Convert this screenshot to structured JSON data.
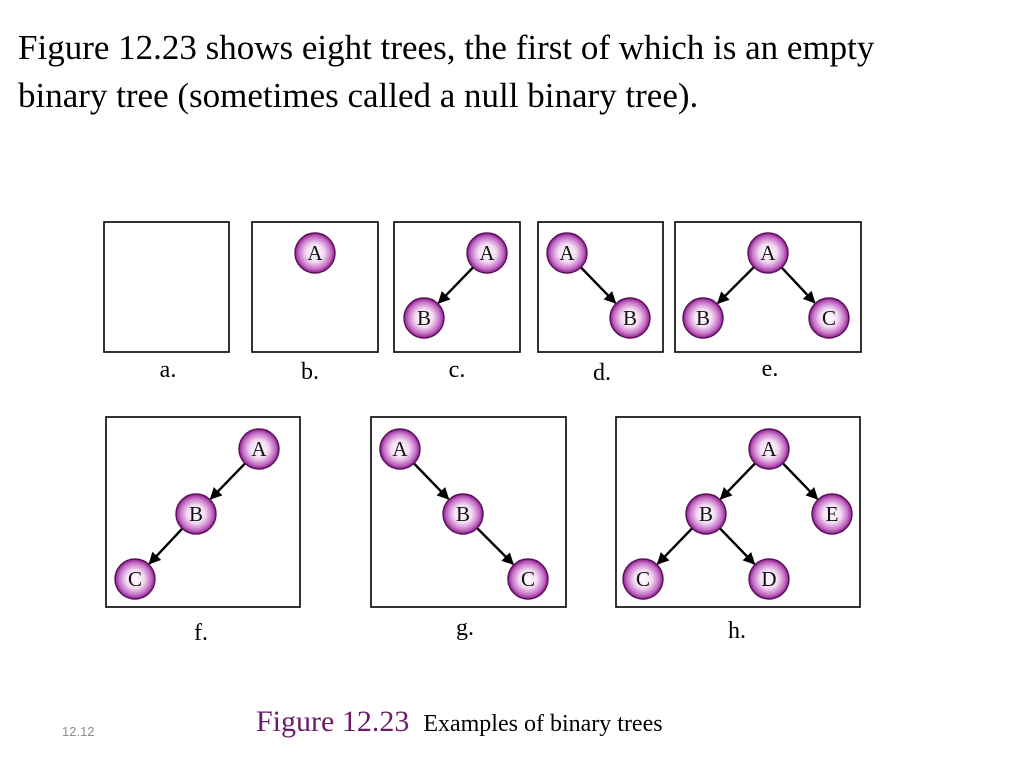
{
  "intro": {
    "line1": "Figure 12.23 shows eight trees, the first of which is an empty",
    "line2": "binary tree (sometimes called a null binary tree)."
  },
  "caption": {
    "number": "Figure 12.23",
    "text": "Examples of binary trees"
  },
  "slide_number": "12.12",
  "colors": {
    "caption_number": "#6a1b6a",
    "node_fill_light": "#ffffff",
    "node_fill_dark": "#8b1f8b",
    "edge": "#000000"
  },
  "trees": [
    {
      "label": "a.",
      "nodes": [],
      "edges": []
    },
    {
      "label": "b.",
      "nodes": [
        "A"
      ],
      "edges": []
    },
    {
      "label": "c.",
      "nodes": [
        "A",
        "B"
      ],
      "edges": [
        [
          "A",
          "B"
        ]
      ]
    },
    {
      "label": "d.",
      "nodes": [
        "A",
        "B"
      ],
      "edges": [
        [
          "A",
          "B"
        ]
      ]
    },
    {
      "label": "e.",
      "nodes": [
        "A",
        "B",
        "C"
      ],
      "edges": [
        [
          "A",
          "B"
        ],
        [
          "A",
          "C"
        ]
      ]
    },
    {
      "label": "f.",
      "nodes": [
        "A",
        "B",
        "C"
      ],
      "edges": [
        [
          "A",
          "B"
        ],
        [
          "B",
          "C"
        ]
      ]
    },
    {
      "label": "g.",
      "nodes": [
        "A",
        "B",
        "C"
      ],
      "edges": [
        [
          "A",
          "B"
        ],
        [
          "B",
          "C"
        ]
      ]
    },
    {
      "label": "h.",
      "nodes": [
        "A",
        "B",
        "E",
        "C",
        "D"
      ],
      "edges": [
        [
          "A",
          "B"
        ],
        [
          "A",
          "E"
        ],
        [
          "B",
          "C"
        ],
        [
          "B",
          "D"
        ]
      ]
    }
  ]
}
